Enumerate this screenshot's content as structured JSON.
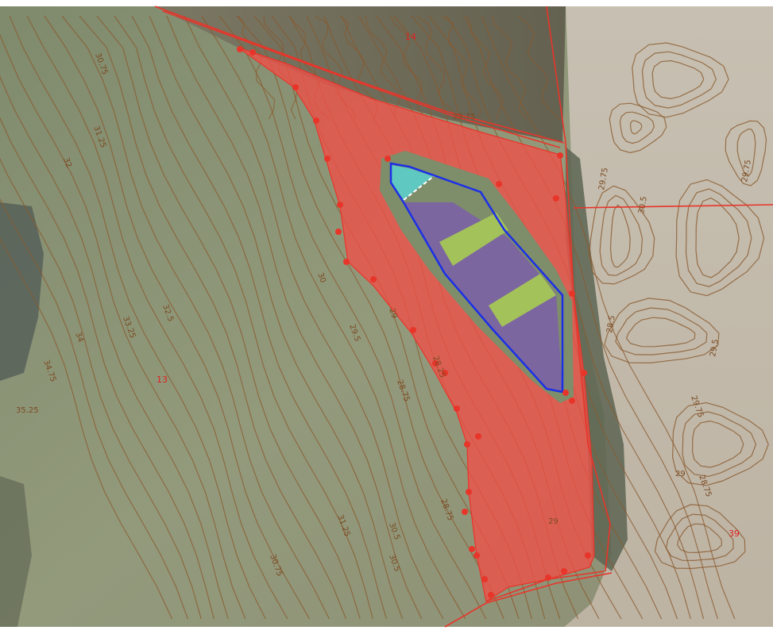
{
  "colors": {
    "imagery_field": "#8f9477",
    "imagery_field_right": "#c2b9aa",
    "woodland": "#6f6a58",
    "contour": "#8a5a2e",
    "parcel_line": "#e8352a",
    "buffer_fill": "#f05048",
    "inner_field": "#7e8d6a",
    "blue_outline": "#1b2fe8",
    "teal_zone": "#5fc8c0",
    "purple_zone": "#7b5fa8",
    "green_zone": "#a3c25a"
  },
  "parcel_labels": [
    {
      "id": "p1",
      "text": "13"
    },
    {
      "id": "p2",
      "text": "39"
    },
    {
      "id": "p3",
      "text": "14"
    }
  ],
  "contour_labels": [
    {
      "id": "c1",
      "text": "30.75"
    },
    {
      "id": "c2",
      "text": "31.25"
    },
    {
      "id": "c3",
      "text": "32"
    },
    {
      "id": "c4",
      "text": "32.5"
    },
    {
      "id": "c5",
      "text": "33.25"
    },
    {
      "id": "c6",
      "text": "34"
    },
    {
      "id": "c7",
      "text": "34.75"
    },
    {
      "id": "c8",
      "text": "35.25"
    },
    {
      "id": "c9",
      "text": "30"
    },
    {
      "id": "c10",
      "text": "29.75"
    },
    {
      "id": "c11",
      "text": "29.5"
    },
    {
      "id": "c12",
      "text": "29"
    },
    {
      "id": "c13",
      "text": "28.75"
    },
    {
      "id": "c14",
      "text": "28.25"
    },
    {
      "id": "c15",
      "text": "30.5"
    },
    {
      "id": "c16",
      "text": "31.25"
    },
    {
      "id": "c17",
      "text": "30.75"
    },
    {
      "id": "c18",
      "text": "30.5"
    },
    {
      "id": "c19",
      "text": "29.75"
    },
    {
      "id": "c20",
      "text": "29.5"
    },
    {
      "id": "c21",
      "text": "29.75"
    },
    {
      "id": "c22",
      "text": "29"
    },
    {
      "id": "c23",
      "text": "28.75"
    },
    {
      "id": "c24",
      "text": "29.75"
    },
    {
      "id": "c25",
      "text": "30.5"
    },
    {
      "id": "c26",
      "text": "28.5"
    },
    {
      "id": "c27",
      "text": "29"
    },
    {
      "id": "c28",
      "text": "28.75"
    }
  ]
}
